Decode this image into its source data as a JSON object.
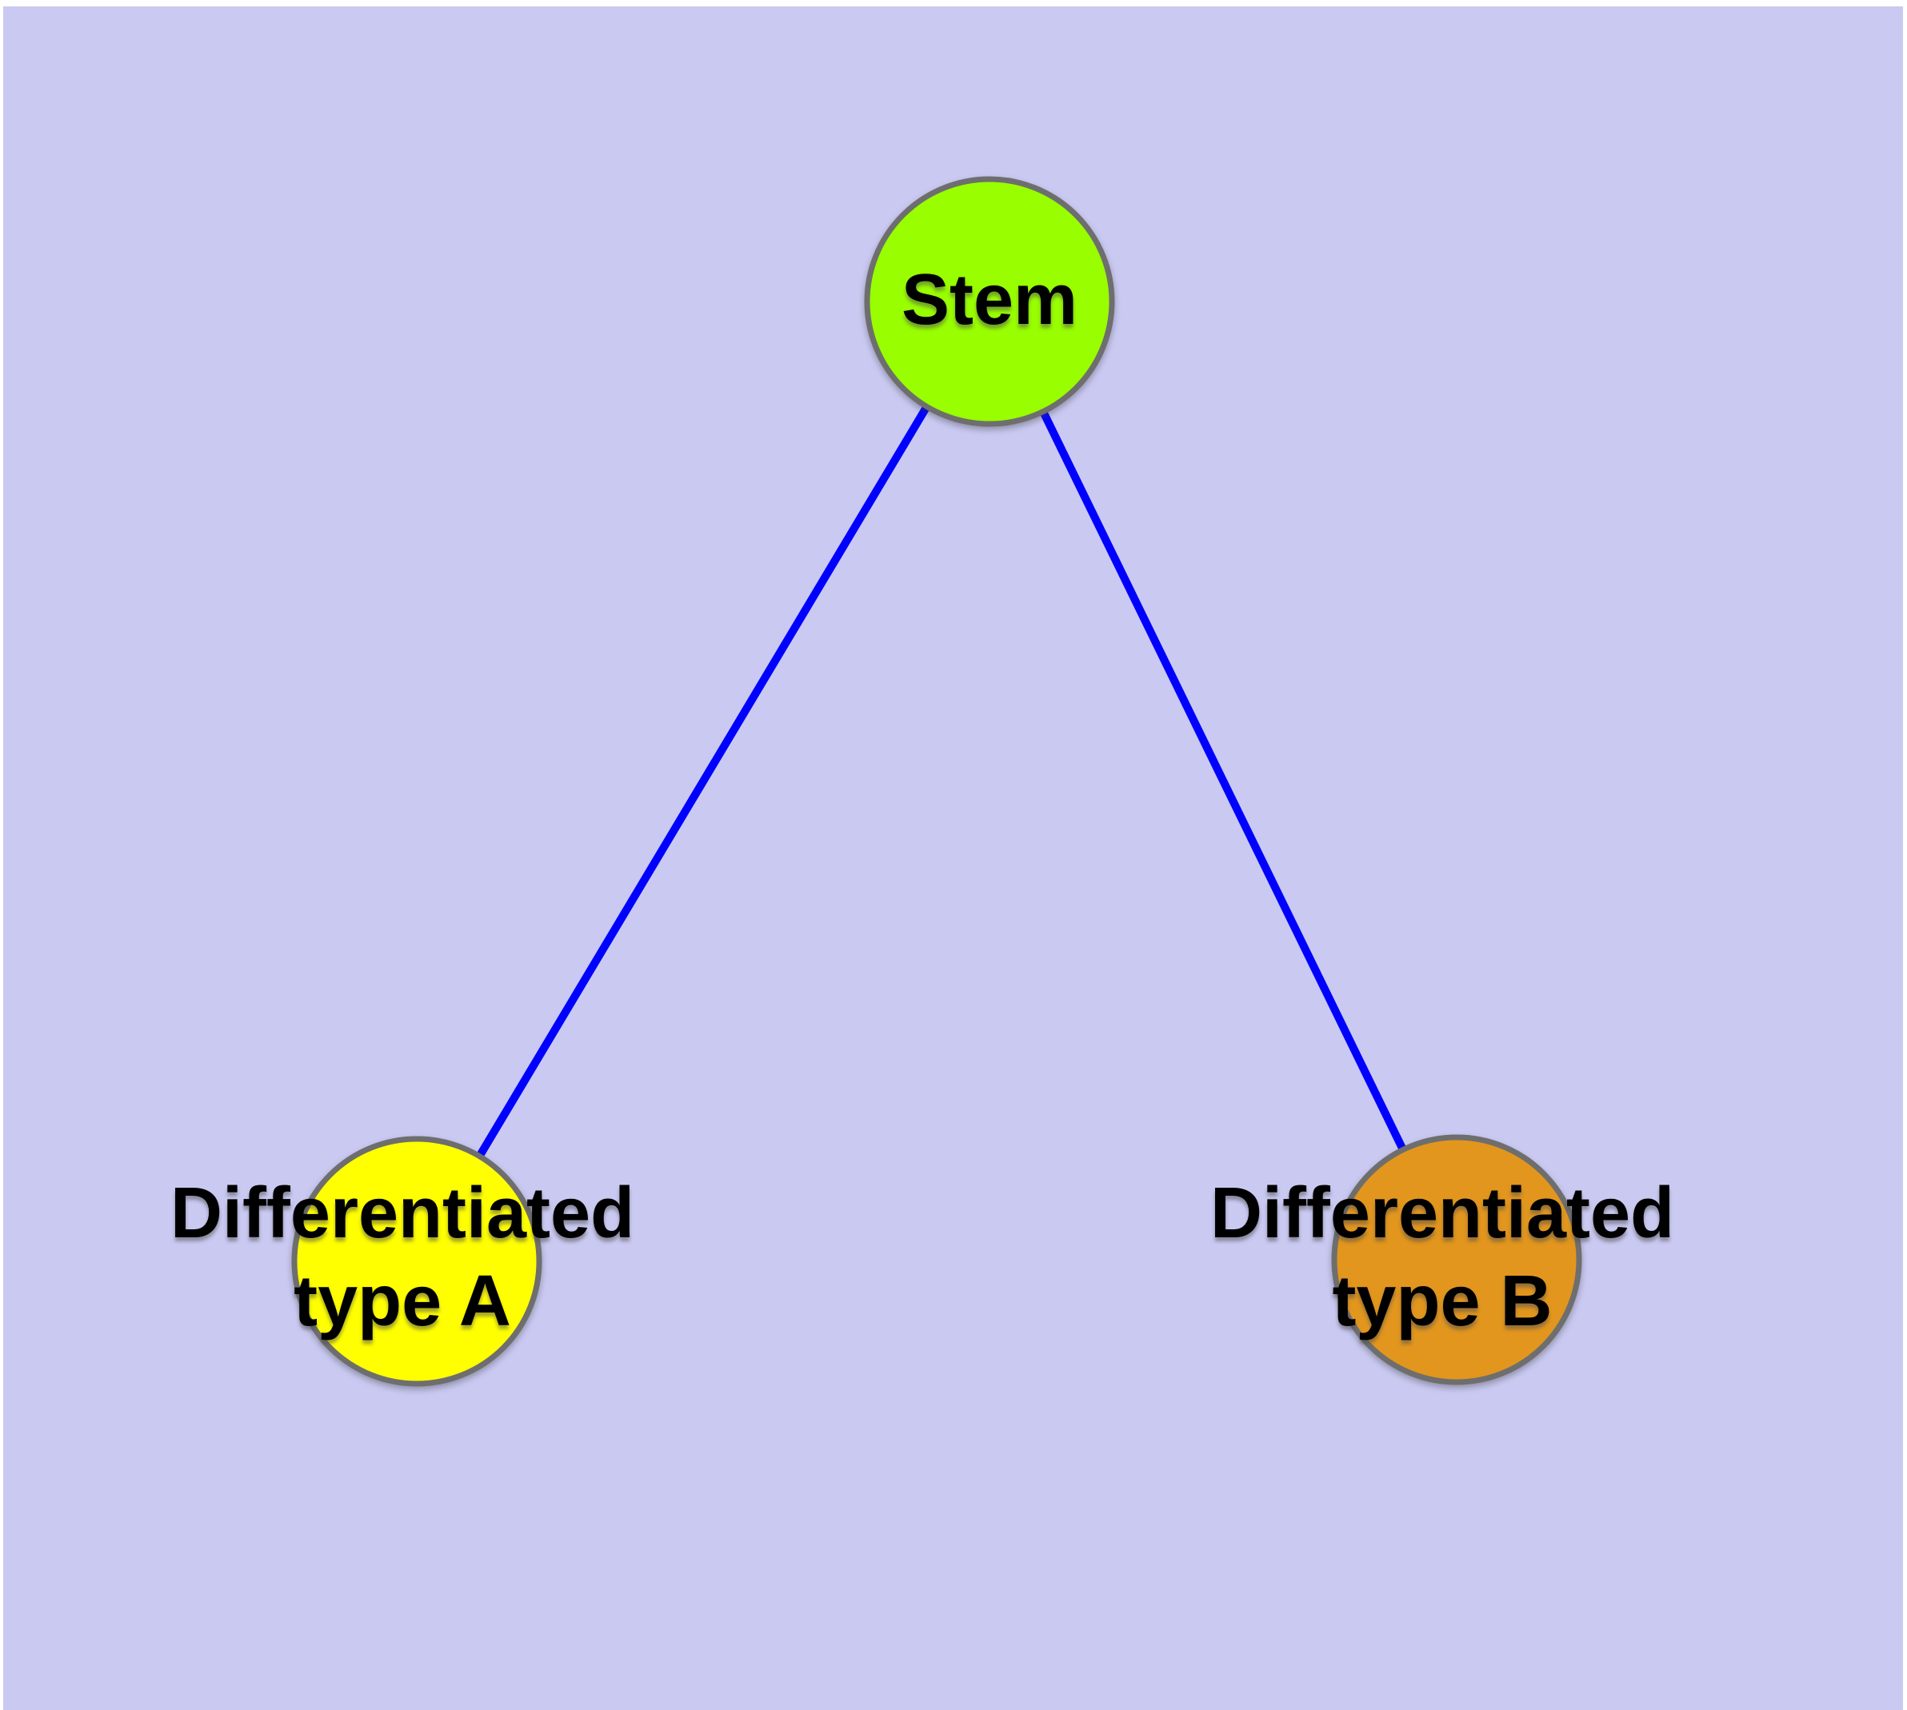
{
  "canvas": {
    "background_color": "#C9C9F2",
    "margin_color": "#FFFFFF"
  },
  "graph": {
    "edge_color": "#0000FF",
    "node_border_color": "#6E6E6E",
    "nodes": {
      "stem": {
        "label": "Stem",
        "fill": "#98FE00"
      },
      "type_a": {
        "label_line1": "Differentiated",
        "label_line2": "type A",
        "fill": "#FFFF00"
      },
      "type_b": {
        "label_line1": "Differentiated",
        "label_line2": "type B",
        "fill": "#E2961E"
      }
    },
    "edges": [
      {
        "from": "Stem",
        "to": "Differentiated type A"
      },
      {
        "from": "Stem",
        "to": "Differentiated type B"
      }
    ]
  }
}
